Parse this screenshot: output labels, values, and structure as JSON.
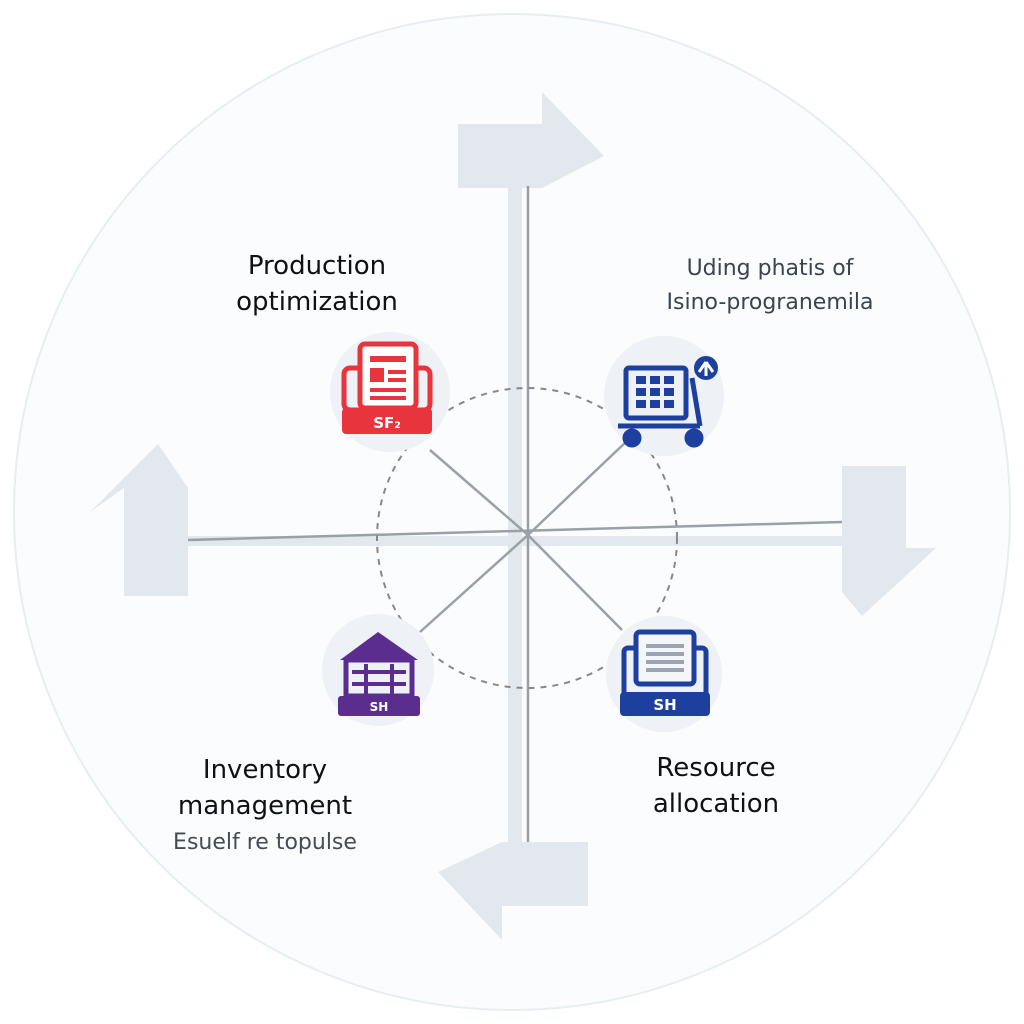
{
  "diagram": {
    "nodes": [
      {
        "id": "production",
        "label_lines": [
          "Production",
          "optimization"
        ],
        "badge": "SF₂",
        "icon": "document-icon",
        "color": "#e8343d"
      },
      {
        "id": "cart",
        "note_lines": [
          "Uding phatis of",
          "Isino-progranemila"
        ],
        "icon": "cart-icon",
        "color": "#1d3f9e"
      },
      {
        "id": "inventory",
        "label_lines": [
          "Inventory",
          "management"
        ],
        "sub": "Esuelf re topulse",
        "badge": "SH",
        "icon": "warehouse-icon",
        "color": "#5b2d8e"
      },
      {
        "id": "resource",
        "label_lines": [
          "Resource",
          "allocation"
        ],
        "badge": "SH",
        "icon": "monitor-icon",
        "color": "#1d3f9e"
      }
    ],
    "colors": {
      "arrow": "#e3e8ee",
      "axis": "#9aa0a7",
      "ring": "#f3f6f8",
      "dashed": "#888888"
    }
  }
}
